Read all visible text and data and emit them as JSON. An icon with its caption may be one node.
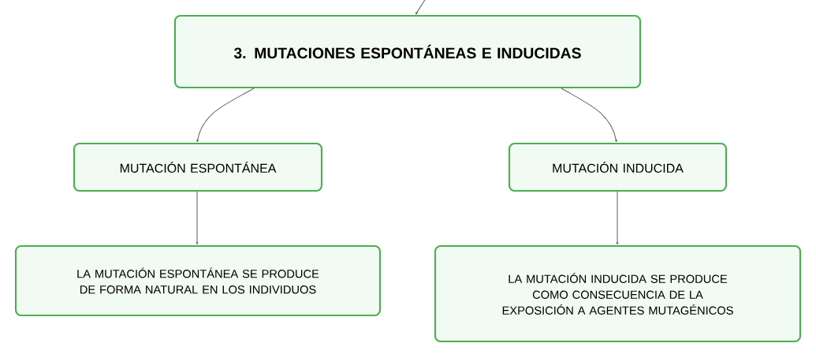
{
  "diagram": {
    "nodes": [
      {
        "text": [
          "3. MUTACIONES ESPONTÁNEAS E INDUCIDAS"
        ]
      },
      {
        "text": [
          "MUTACIÓN ESPONTÁNEA"
        ]
      },
      {
        "text": [
          "MUTACIÓN INDUCIDA"
        ]
      },
      {
        "text": [
          "LA MUTACIÓN ESPONTÁNEA SE PRODUCE DE FORMA NATURAL EN LOS INDIVIDUOS"
        ]
      },
      {
        "text": [
          "LA MUTACIÓN INDUCIDA SE PRODUCE COMO CONSECUENCIA DE LA EXPOSICIÓN A AGENTES MUTAGÉNICOS"
        ]
      }
    ],
    "edges": [
      {
        "from": null,
        "to": 0,
        "arrow": "to"
      },
      {
        "from": 0,
        "to": 1,
        "arrow": "to"
      },
      {
        "from": 0,
        "to": 2,
        "arrow": "to"
      },
      {
        "from": 1,
        "to": 3,
        "arrow": "to"
      },
      {
        "from": 2,
        "to": 4,
        "arrow": "to"
      }
    ]
  }
}
